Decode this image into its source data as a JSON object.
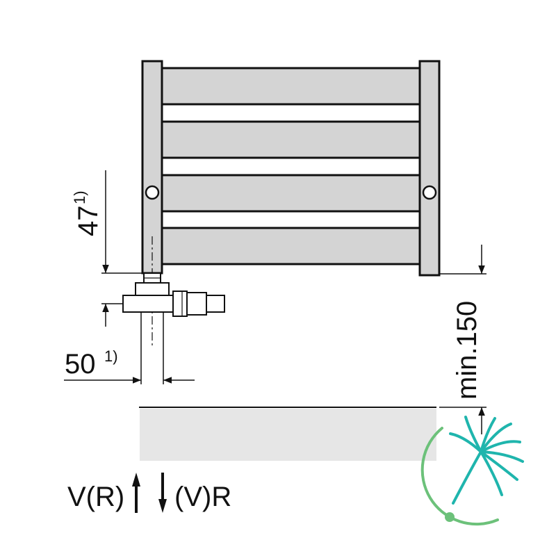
{
  "diagram": {
    "labels": {
      "dim_47": "47",
      "dim_47_note": "1)",
      "dim_50": "50",
      "dim_50_note": "1)",
      "dim_min150": "min.150",
      "flow_left": "V(R)",
      "flow_right": "(V)R"
    },
    "colors": {
      "line": "#111111",
      "panel_fill": "#d4d4d4",
      "floor_fill": "#e6e6e6",
      "logo_teal": "#1fb5ad",
      "logo_green": "#6cc17a"
    },
    "icons": {
      "up_arrow": "up-arrow-icon",
      "down_arrow": "down-arrow-icon",
      "logo": "dandelion-logo-icon"
    }
  }
}
